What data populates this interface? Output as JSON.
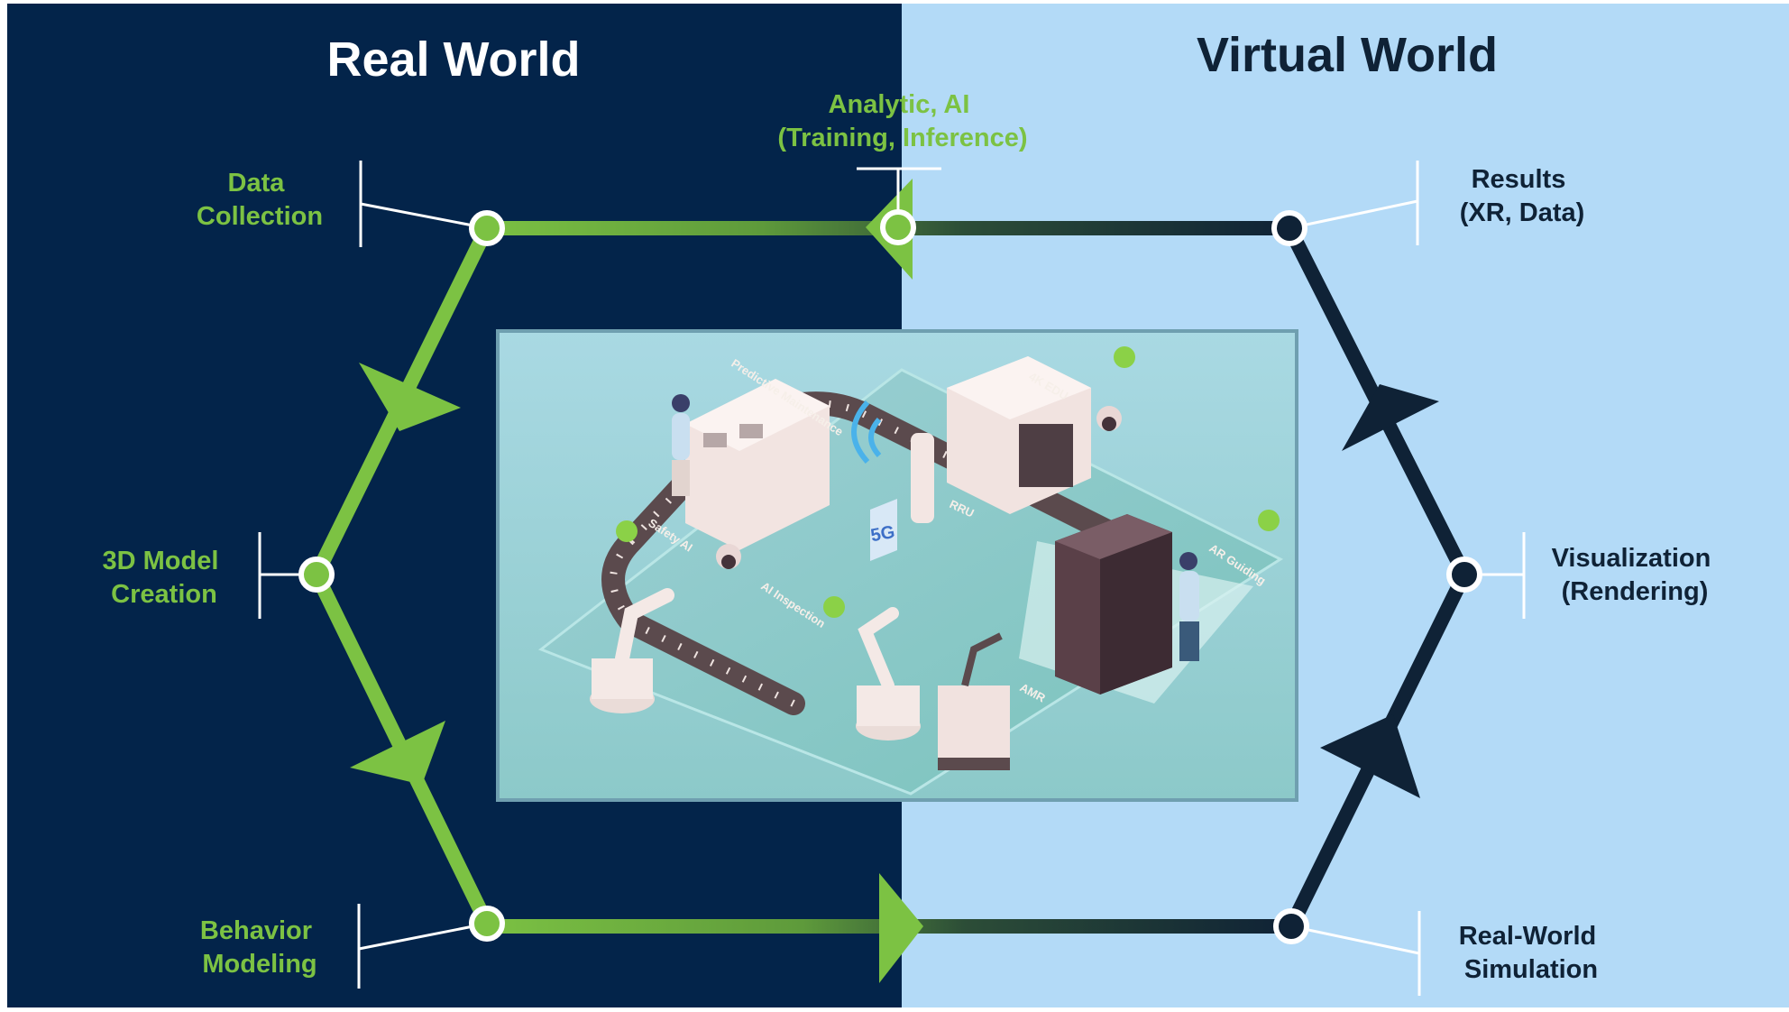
{
  "colors": {
    "real_bg": "#03244a",
    "virtual_bg": "#b3daf7",
    "green": "#7cc243",
    "navy": "#0f2236",
    "white": "#ffffff"
  },
  "headers": {
    "real": "Real World",
    "virtual": "Virtual World"
  },
  "labels": {
    "data_collection": [
      "Data",
      "Collection"
    ],
    "model_creation": [
      "3D Model",
      "Creation"
    ],
    "behavior_modeling": [
      "Behavior",
      "Modeling"
    ],
    "analytic": [
      "Analytic, AI",
      "(Training, Inference)"
    ],
    "results": [
      "Results",
      "(XR, Data)"
    ],
    "visualization": [
      "Visualization",
      "(Rendering)"
    ],
    "simulation": [
      "Real-World",
      "Simulation"
    ]
  },
  "illustration": {
    "alt": "isometric smart factory illustration",
    "signs": {
      "predictive": "Predictive Maintenance",
      "k4": "4K EDU",
      "rru": "RRU",
      "safety": "Safety AI",
      "ai_inspection": "AI Inspection",
      "ar_guiding": "AR Guiding",
      "amr": "AMR",
      "g5": "5G"
    }
  }
}
